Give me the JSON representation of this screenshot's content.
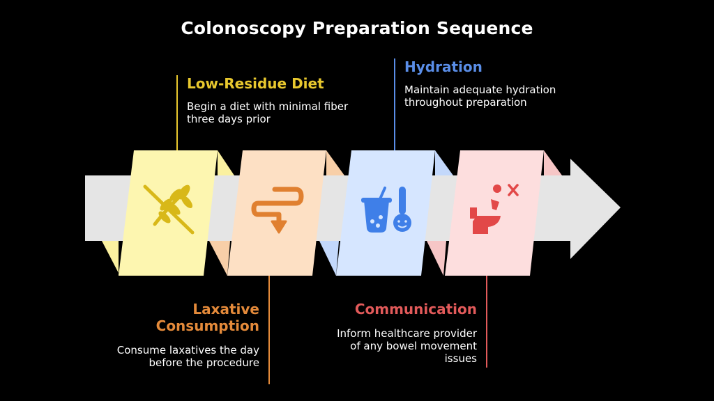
{
  "title": "Colonoscopy Preparation Sequence",
  "steps": [
    {
      "title": "Low-Residue Diet",
      "desc": "Begin a diet with minimal fiber three days prior",
      "color": "#e8c82e",
      "panel": "#fdf6b0",
      "icon": "no-grain-icon"
    },
    {
      "title": "Laxative Consumption",
      "desc": "Consume laxatives the day before the procedure",
      "color": "#e48a3a",
      "panel": "#fde0c4",
      "icon": "intestine-arrow-icon"
    },
    {
      "title": "Hydration",
      "desc": "Maintain adequate hydration throughout preparation",
      "color": "#5a8ee8",
      "panel": "#d6e6ff",
      "icon": "drink-thermometer-icon"
    },
    {
      "title": "Communication",
      "desc": "Inform healthcare provider of any bowel movement issues",
      "color": "#e25a5a",
      "panel": "#fddede",
      "icon": "toilet-alert-icon"
    }
  ]
}
